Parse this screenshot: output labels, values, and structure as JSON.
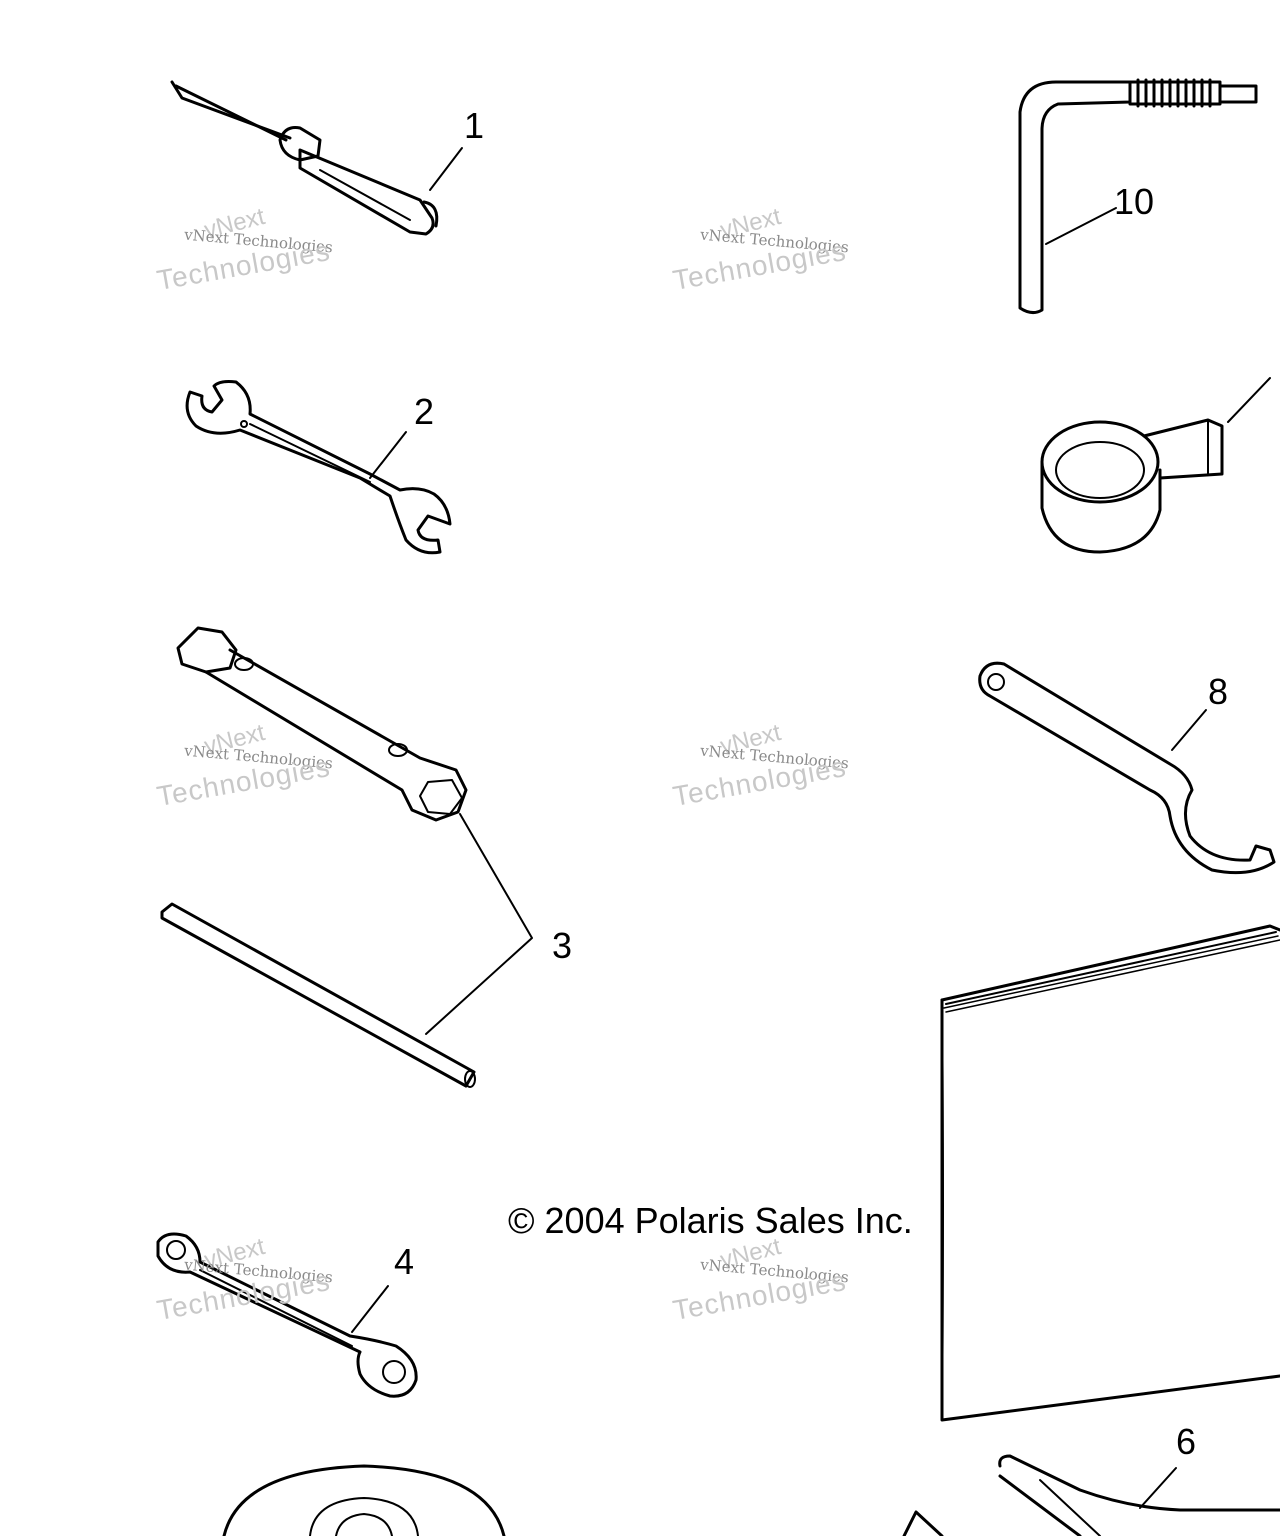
{
  "callouts": {
    "c1": "1",
    "c2": "2",
    "c3": "3",
    "c4": "4",
    "c6": "6",
    "c8": "8",
    "c10": "10"
  },
  "copyright": "© 2004 Polaris Sales Inc.",
  "watermark": {
    "line1": "vNext",
    "line2": "vNext Technologies",
    "line3": "Technologies"
  },
  "colors": {
    "line": "#000000",
    "watermark": "#c8c8c8",
    "background": "#ffffff"
  },
  "parts": [
    {
      "id": "1",
      "icon": "screwdriver-icon"
    },
    {
      "id": "2",
      "icon": "open-end-wrench-icon"
    },
    {
      "id": "3",
      "icon": "spark-plug-socket-wrench-icon"
    },
    {
      "id": "4",
      "icon": "box-end-wrench-icon"
    },
    {
      "id": "6",
      "icon": "pliers-icon"
    },
    {
      "id": "8",
      "icon": "spanner-wrench-icon"
    },
    {
      "id": "10",
      "icon": "hex-key-icon"
    }
  ]
}
